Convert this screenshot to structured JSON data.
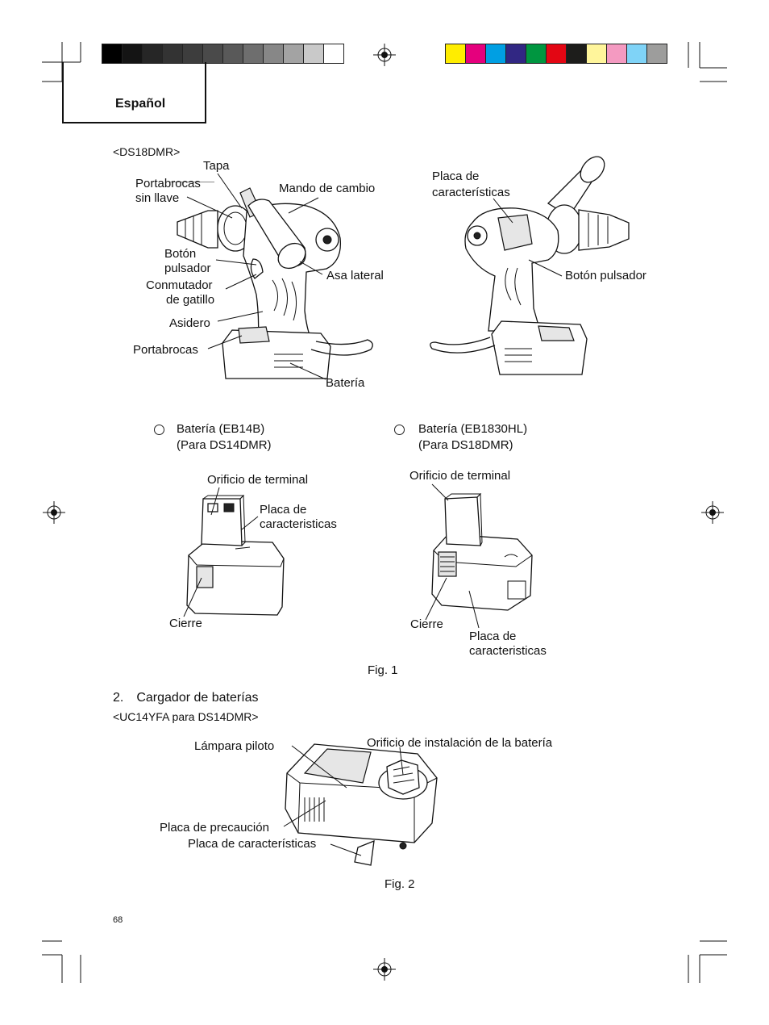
{
  "header": {
    "language": "Español",
    "gray_swatches": [
      "#000000",
      "#141414",
      "#262626",
      "#333333",
      "#3d3d3d",
      "#4a4a4a",
      "#595959",
      "#6e6e6e",
      "#878787",
      "#a3a3a3",
      "#c9c9c9",
      "#ffffff"
    ],
    "color_swatches": [
      "#ffed00",
      "#e5007d",
      "#009fe3",
      "#312783",
      "#009640",
      "#e30613",
      "#1d1d1b",
      "#fff59b",
      "#f49ac1",
      "#7fd3f7",
      "#9d9d9c"
    ]
  },
  "figure1": {
    "model_label": "<DS18DMR>",
    "labels": {
      "tapa": "Tapa",
      "portabrocas_sin_llave_1": "Portabrocas",
      "portabrocas_sin_llave_2": "sin llave",
      "mando_de_cambio": "Mando de cambio",
      "boton_pulsador_left_1": "Botón",
      "boton_pulsador_left_2": "pulsador",
      "conmutador_1": "Conmutador",
      "conmutador_2": "de gatillo",
      "asidero": "Asidero",
      "portabrocas": "Portabrocas",
      "asa_lateral": "Asa lateral",
      "bateria": "Batería",
      "placa_caracteristicas_1": "Placa de",
      "placa_caracteristicas_2": "características",
      "boton_pulsador_right": "Botón pulsador"
    },
    "battery_left": {
      "title_1": "Batería (EB14B)",
      "title_2": "(Para DS14DMR)",
      "orificio": "Orificio de terminal",
      "placa_1": "Placa de",
      "placa_2": "caracteristicas",
      "cierre": "Cierre"
    },
    "battery_right": {
      "title_1": "Batería (EB1830HL)",
      "title_2": "(Para DS18DMR)",
      "orificio": "Orificio de terminal",
      "cierre": "Cierre",
      "placa_1": "Placa de",
      "placa_2": "caracteristicas"
    },
    "caption": "Fig. 1"
  },
  "section2": {
    "heading": "2. Cargador de baterías",
    "model_label": "<UC14YFA para DS14DMR>"
  },
  "figure2": {
    "labels": {
      "lampara_piloto": "Lámpara piloto",
      "orificio_instalacion": "Orificio de instalación de la batería",
      "placa_precaucion": "Placa de precaución",
      "placa_caracteristicas": "Placa de características"
    },
    "caption": "Fig. 2"
  },
  "footer": {
    "page_number": "68"
  }
}
